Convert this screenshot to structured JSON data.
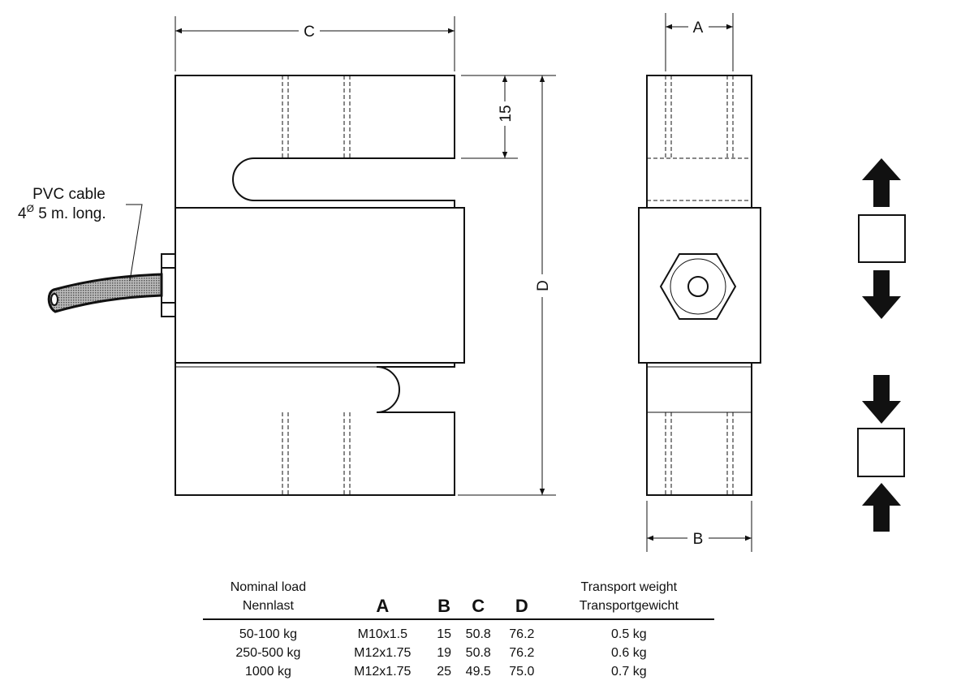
{
  "drawing": {
    "dimension_labels": {
      "C": "C",
      "D": "D",
      "fifteen": "15",
      "A": "A",
      "B": "B"
    },
    "cable_label": {
      "line1": "PVC cable",
      "line2_prefix": "4",
      "line2_sup": "Ø",
      "line2_suffix": " 5 m. long."
    },
    "load_directions": [
      "tension",
      "compression"
    ]
  },
  "table": {
    "headers": {
      "load_en": "Nominal load",
      "load_de": "Nennlast",
      "A": "A",
      "B": "B",
      "C": "C",
      "D": "D",
      "weight_en": "Transport weight",
      "weight_de": "Transportgewicht"
    },
    "rows": [
      {
        "load": "50-100 kg",
        "A": "M10x1.5",
        "B": "15",
        "C": "50.8",
        "D": "76.2",
        "weight": "0.5 kg"
      },
      {
        "load": "250-500 kg",
        "A": "M12x1.75",
        "B": "19",
        "C": "50.8",
        "D": "76.2",
        "weight": "0.6 kg"
      },
      {
        "load": "1000 kg",
        "A": "M12x1.75",
        "B": "25",
        "C": "49.5",
        "D": "75.0",
        "weight": "0.7 kg"
      }
    ]
  }
}
